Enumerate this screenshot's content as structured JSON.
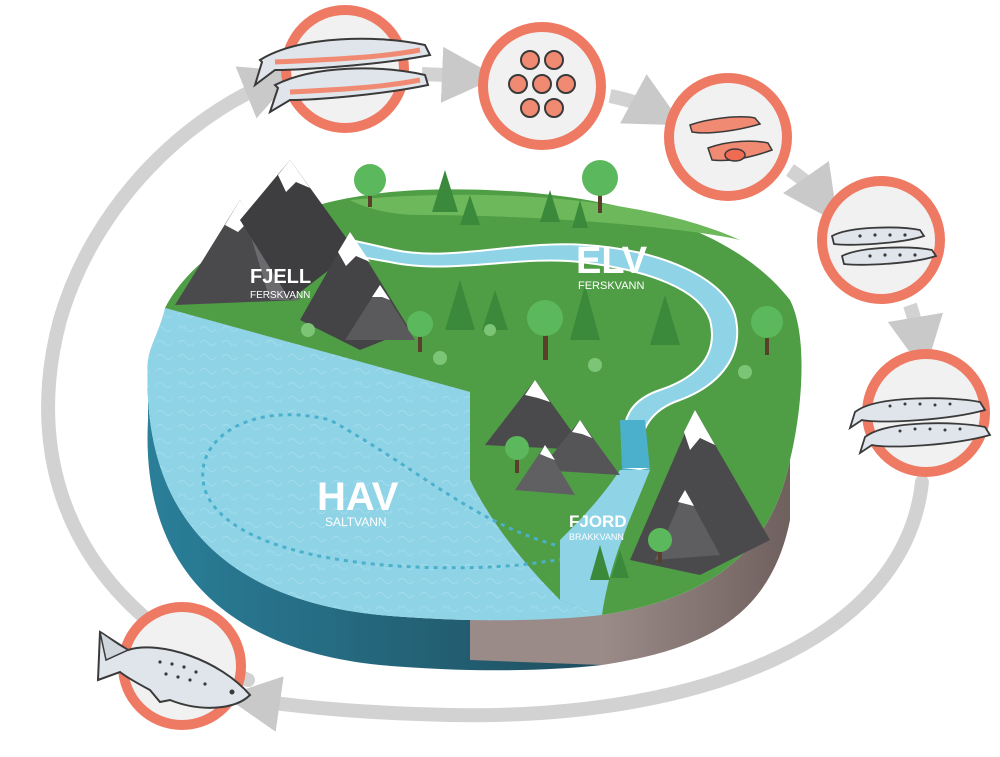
{
  "colors": {
    "ring": "#ef7a64",
    "circle_fill": "#f1f1f1",
    "arrow": "#c9c9c9",
    "grass": "#4f9e45",
    "grass_light": "#6db85b",
    "water": "#8fd3e6",
    "water_dark": "#4bb0cc",
    "sea_side": "#2a6f86",
    "earth_side": "#8c7b78",
    "mountain": "#4a4a4c",
    "mountain_light": "#7a7a7e",
    "snow": "#ffffff",
    "fish_pink": "#f08a72",
    "fish_body": "#dfe5ea",
    "fish_outline": "#3a3a3a"
  },
  "regions": {
    "mountain": {
      "title": "FJELL",
      "subtitle": "FERSKVANN"
    },
    "river": {
      "title": "ELV",
      "subtitle": "FERSKVANN"
    },
    "sea": {
      "title": "HAV",
      "subtitle": "SALTVANN"
    },
    "fjord": {
      "title": "FJORD",
      "subtitle": "BRAKKVANN"
    }
  },
  "lifecycle": [
    {
      "stage": "spawning-adults",
      "icon": "two-adult-salmon-icon"
    },
    {
      "stage": "eggs",
      "icon": "salmon-eggs-icon"
    },
    {
      "stage": "alevins",
      "icon": "alevin-icon"
    },
    {
      "stage": "fry",
      "icon": "fry-fish-icon"
    },
    {
      "stage": "smolts",
      "icon": "smolt-fish-icon"
    },
    {
      "stage": "adult-salmon",
      "icon": "adult-salmon-icon"
    }
  ]
}
